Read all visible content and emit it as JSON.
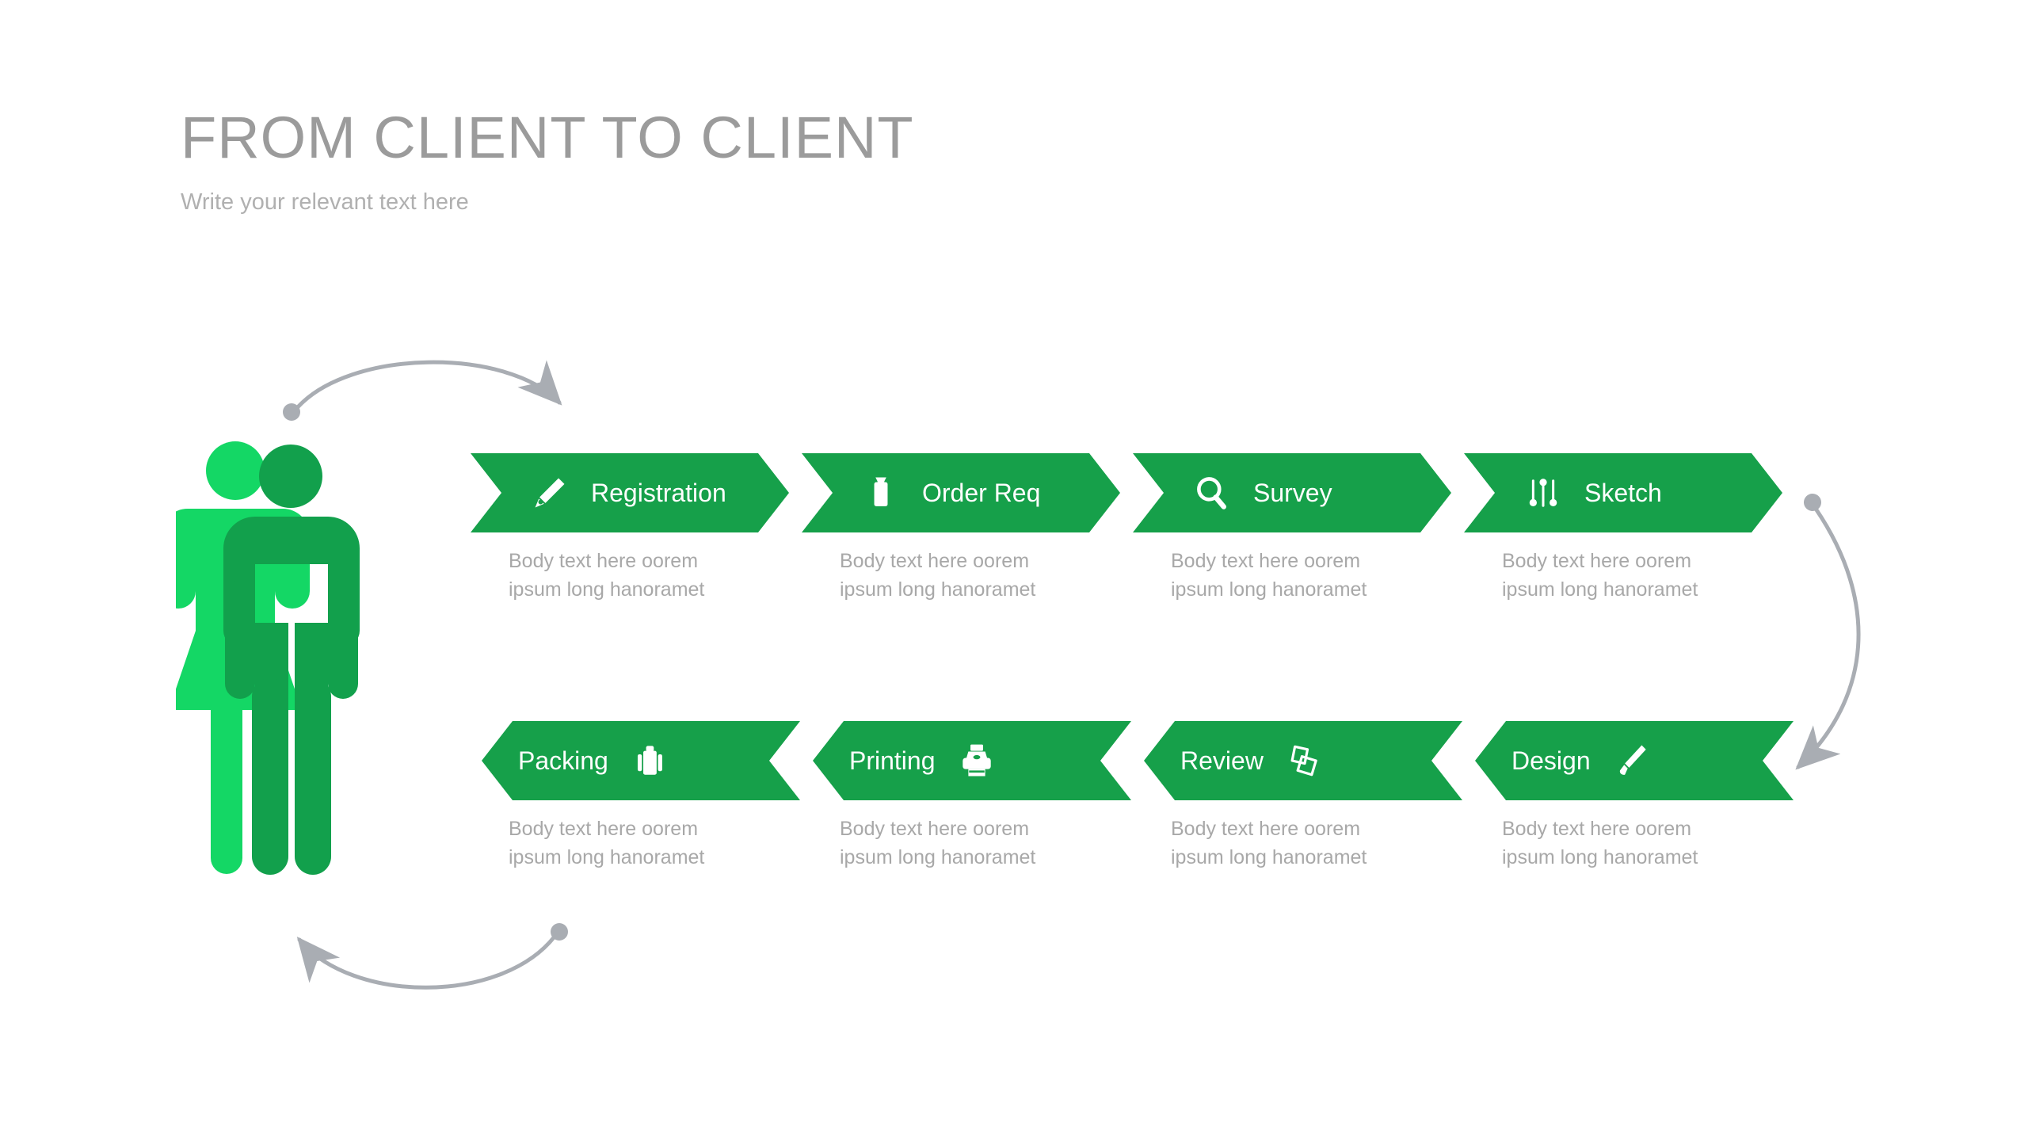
{
  "header": {
    "title": "FROM CLIENT TO CLIENT",
    "subtitle": "Write your relevant text here"
  },
  "colors": {
    "chevron_green": "#16a04a",
    "figure_green_dark": "#12a04c",
    "figure_green_light": "#14d765",
    "title_gray": "#9b9b9b",
    "body_gray": "#a8a8a8",
    "arrow_gray": "#a9adb3"
  },
  "figure": {
    "name": "client-people-figure",
    "person_back": "female-silhouette",
    "person_front": "male-silhouette"
  },
  "arrows": [
    {
      "name": "arrow-top-clockwise",
      "direction": "right"
    },
    {
      "name": "arrow-right-clockwise",
      "direction": "down"
    },
    {
      "name": "arrow-bottom-clockwise",
      "direction": "left"
    }
  ],
  "process": {
    "body_text": "Body text here oorem\nipsum long hanoramet",
    "rows": [
      {
        "name": "row-top",
        "direction": "right",
        "steps": [
          {
            "label": "Registration",
            "icon": "pencil-icon",
            "body": "Body text here oorem\nipsum long hanoramet"
          },
          {
            "label": "Order Req",
            "icon": "clipboard-icon",
            "body": "Body text here oorem\nipsum long hanoramet"
          },
          {
            "label": "Survey",
            "icon": "search-icon",
            "body": "Body text here oorem\nipsum long hanoramet"
          },
          {
            "label": "Sketch",
            "icon": "sliders-icon",
            "body": "Body text here oorem\nipsum long hanoramet"
          }
        ]
      },
      {
        "name": "row-bottom",
        "direction": "left",
        "steps": [
          {
            "label": "Packing",
            "icon": "briefcase-icon",
            "body": "Body text here oorem\nipsum long hanoramet"
          },
          {
            "label": "Printing",
            "icon": "printer-icon",
            "body": "Body text here oorem\nipsum long hanoramet"
          },
          {
            "label": "Review",
            "icon": "pages-icon",
            "body": "Body text here oorem\nipsum long hanoramet"
          },
          {
            "label": "Design",
            "icon": "paintbrush-icon",
            "body": "Body text here oorem\nipsum long hanoramet"
          }
        ]
      }
    ]
  }
}
